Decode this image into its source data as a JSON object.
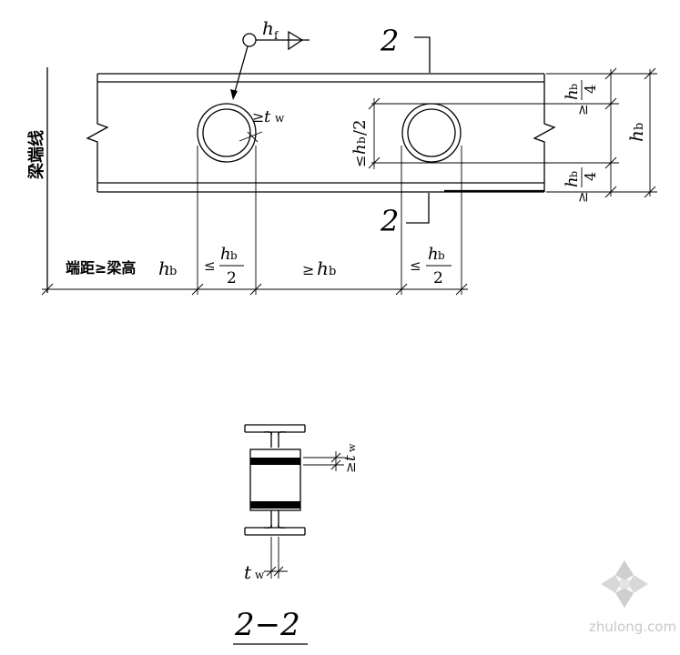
{
  "labels": {
    "beam_end_line": "梁端线",
    "end_distance": "端距≥梁高",
    "section_mark_top": "2",
    "section_mark_bottom": "2",
    "section_title": "2−2",
    "h": "h",
    "b": "b",
    "f": "f",
    "t": "t",
    "w": "w",
    "four": "4",
    "two": "2",
    "slash2": "/2",
    "le": "≤",
    "ge": "≥"
  },
  "watermark": {
    "text": "zhulong.com"
  }
}
